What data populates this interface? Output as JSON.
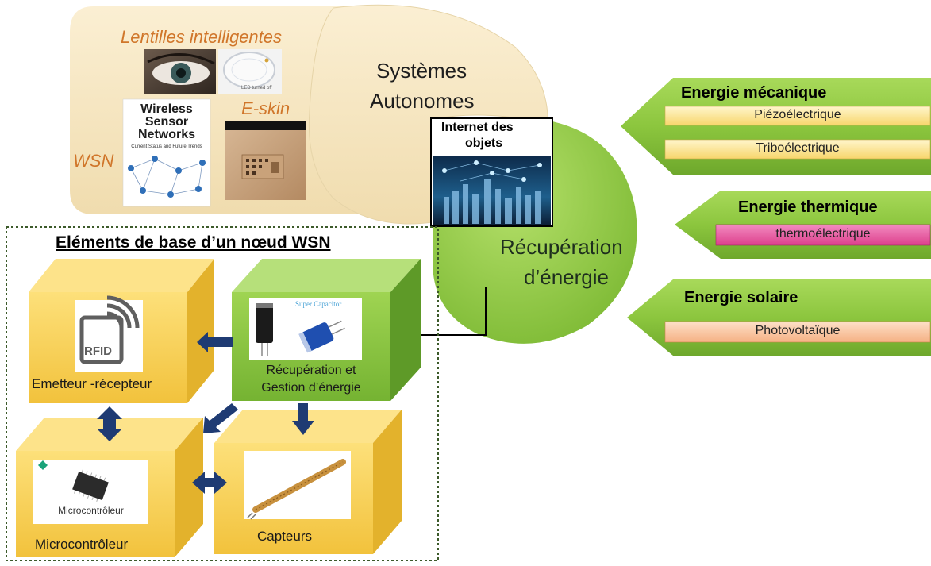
{
  "top_panel": {
    "smart_lenses_title": "Lentilles intelligentes",
    "led_caption": "LED turned off",
    "wsn_label": "WSN",
    "eskin_label": "E-skin",
    "book": {
      "title": "Wireless Sensor Networks",
      "subtitle": "Current Status and Future Trends"
    }
  },
  "autonomous_systems": {
    "line1": "Systèmes",
    "line2": "Autonomes"
  },
  "iot": {
    "line1": "Internet des",
    "line2": "objets"
  },
  "energy_harvesting": {
    "line1": "Récupération",
    "line2": "d’énergie"
  },
  "energy_sources": [
    {
      "title": "Energie mécanique",
      "items": [
        "Piézoélectrique",
        "Triboélectrique"
      ],
      "bar_color": "#fdeaa0"
    },
    {
      "title": "Energie thermique",
      "items": [
        "thermoélectrique"
      ],
      "bar_color": "#e7559d"
    },
    {
      "title": "Energie solaire",
      "items": [
        "Photovoltaïque"
      ],
      "bar_color": "#f8c19a"
    }
  ],
  "wsn_node": {
    "title": "Eléments de base d’un nœud WSN",
    "transceiver": {
      "label": "Emetteur -récepteur",
      "icon_text": "RFID"
    },
    "power": {
      "line1": "Récupération et",
      "line2": "Gestion d’énergie",
      "capacitor_text": "Super Capacitor"
    },
    "microcontroller": {
      "label": "Microcontrôleur",
      "chip_caption": "Microcontrôleur"
    },
    "sensors": {
      "label": "Capteurs"
    }
  },
  "colors": {
    "cream": "#f8e9c8",
    "green": "#8cc63e",
    "green_dark": "#5e9a28",
    "yellow": "#f4cc49",
    "yellow_dark": "#d9a520",
    "arrow_blue": "#1f3b73"
  }
}
